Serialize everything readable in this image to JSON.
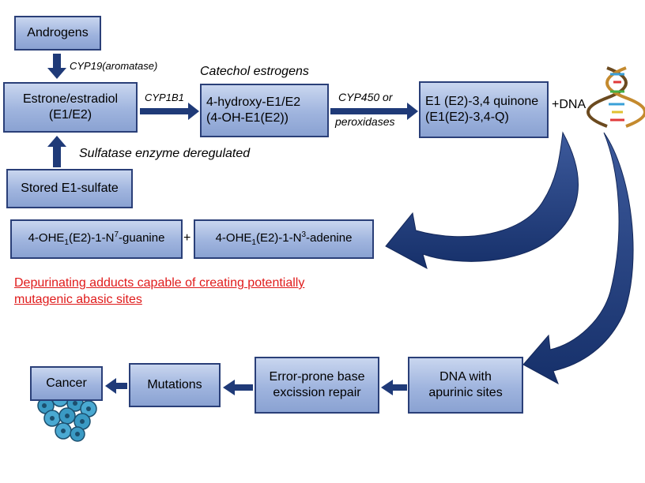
{
  "boxes": {
    "androgens": "Androgens",
    "estrone_line1": "Estrone/estradiol",
    "estrone_line2": "(E1/E2)",
    "stored": "Stored E1-sulfate",
    "hydroxy_line1": "4-hydroxy-E1/E2",
    "hydroxy_line2": "(4-OH-E1(E2))",
    "quinone_line1": "E1 (E2)-3,4 quinone",
    "quinone_line2": "(E1(E2)-3,4-Q)",
    "adduct1": {
      "a": "4-OHE",
      "sub": "1",
      "b": "(E2)-1-N",
      "sup": "7",
      "c": "-guanine"
    },
    "adduct2": {
      "a": "4-OHE",
      "sub": "1",
      "b": "(E2)-1-N",
      "sup": "3",
      "c": "-adenine"
    },
    "dna_line1": "DNA with",
    "dna_line2": "apurinic sites",
    "repair_line1": "Error-prone base",
    "repair_line2": "excission repair",
    "mutations": "Mutations",
    "cancer": "Cancer"
  },
  "labels": {
    "cyp19_a": "CYP19",
    "cyp19_b": "(aromatase)",
    "cyp1b1": "CYP1B1",
    "catechol": "Catechol estrogens",
    "cyp450": "CYP450 or",
    "peroxidases": "peroxidases",
    "sulfatase": "Sulfatase enzyme deregulated",
    "plus_dna": "+DNA",
    "plus": "+",
    "red_line1": "Depurinating adducts capable of creating potentially",
    "red_line2": "mutagenic abasic sites"
  },
  "colors": {
    "box_fill": "#9fb4de",
    "box_border": "#2a3f78",
    "arrow": "#1f3a78",
    "red_text": "#e01b1b",
    "cell": "#3a9ac4"
  },
  "icons": [
    "dna-helix-icon",
    "cancer-cells-icon"
  ]
}
